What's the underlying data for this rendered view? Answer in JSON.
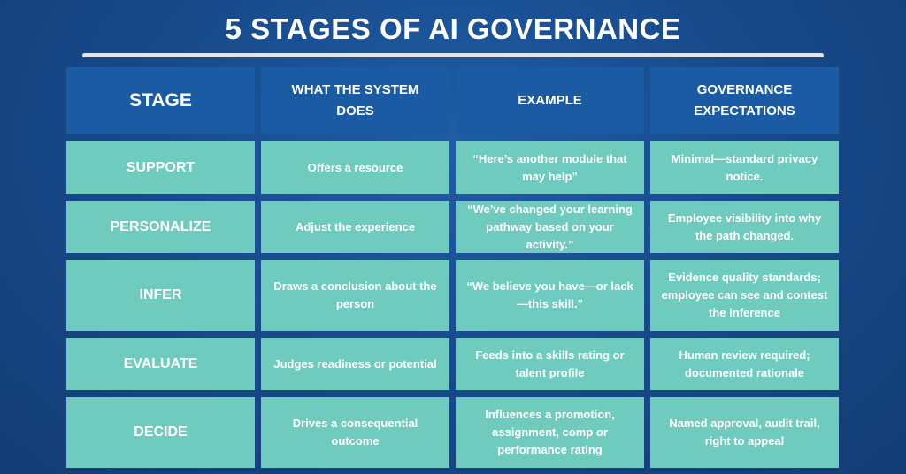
{
  "title": "5 STAGES OF AI GOVERNANCE",
  "headers": [
    "STAGE",
    "WHAT THE SYSTEM DOES",
    "EXAMPLE",
    "GOVERNANCE EXPECTATIONS"
  ],
  "rows": [
    {
      "stage": "SUPPORT",
      "does": "Offers a resource",
      "example": "“Here’s another module that may help”",
      "expectations": "Minimal—standard privacy notice."
    },
    {
      "stage": "PERSONALIZE",
      "does": "Adjust the experience",
      "example": "“We’ve changed your learning pathway based on your activity.”",
      "expectations": "Employee visibility into why the path changed."
    },
    {
      "stage": "INFER",
      "does": "Draws a conclusion about the person",
      "example": "“We believe you have—or lack—this skill.”",
      "expectations": "Evidence quality standards; employee can see and contest the inference"
    },
    {
      "stage": "EVALUATE",
      "does": "Judges readiness or potential",
      "example": "Feeds into a skills rating or talent profile",
      "expectations": "Human review required; documented rationale"
    },
    {
      "stage": "DECIDE",
      "does": "Drives a consequential outcome",
      "example": "Influences a promotion, assignment, comp or performance rating",
      "expectations": "Named approval, audit trail, right to appeal"
    }
  ]
}
